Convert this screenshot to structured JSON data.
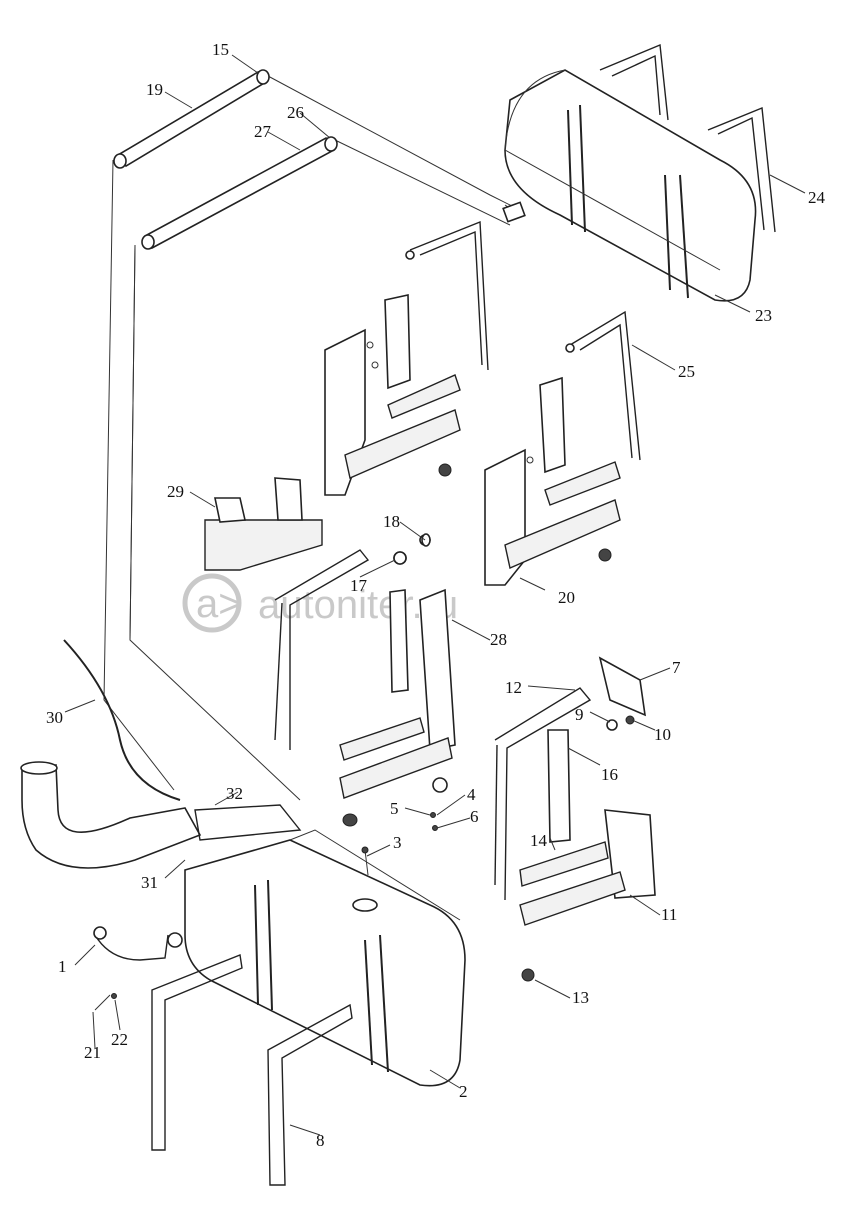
{
  "watermark": {
    "text": "autoniter.ru",
    "logo_text": "a>"
  },
  "callouts": [
    "1",
    "2",
    "3",
    "4",
    "5",
    "6",
    "7",
    "8",
    "9",
    "10",
    "11",
    "12",
    "13",
    "14",
    "15",
    "16",
    "17",
    "18",
    "19",
    "20",
    "21",
    "22",
    "23",
    "24",
    "25",
    "26",
    "27",
    "28",
    "29",
    "30",
    "31",
    "32"
  ]
}
